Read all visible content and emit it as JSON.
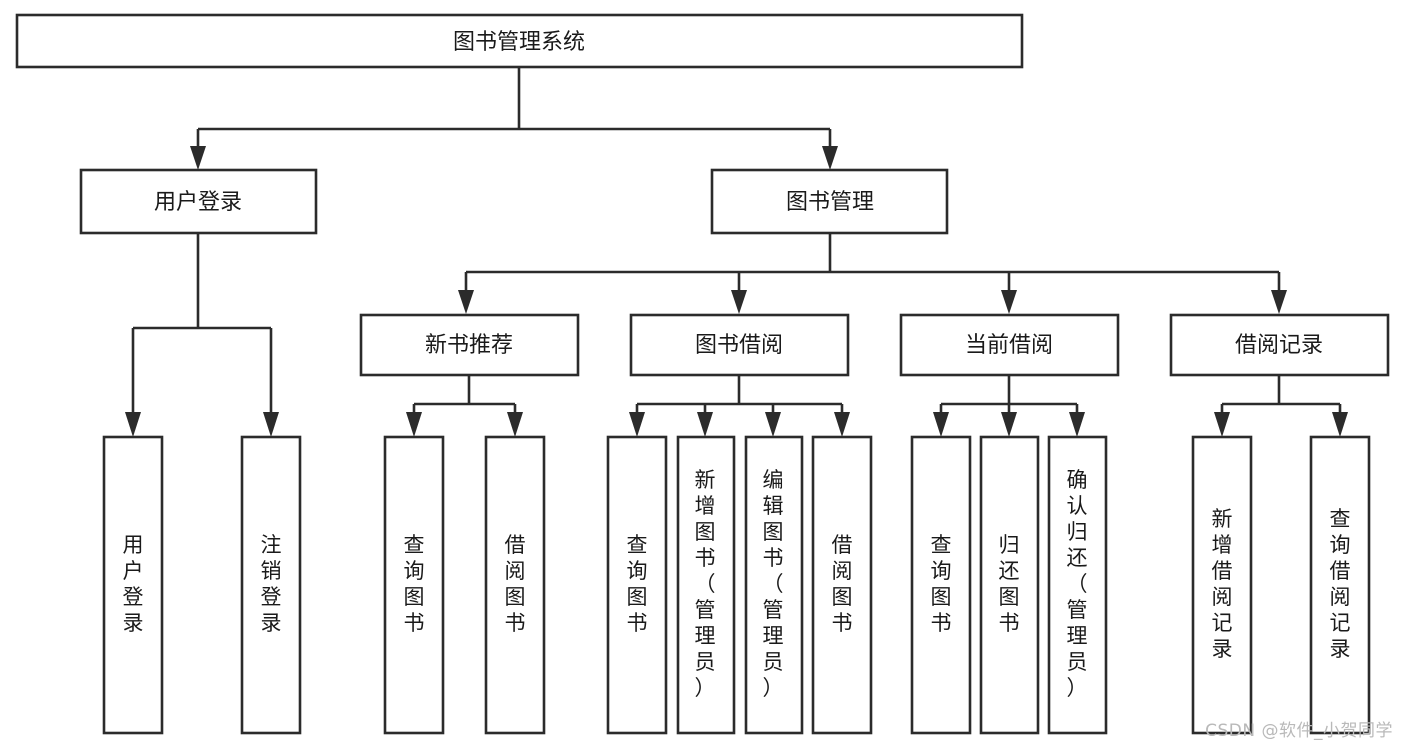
{
  "diagram": {
    "type": "tree",
    "title": "图书管理系统",
    "watermark": "CSDN @软件_小贺同学",
    "colors": {
      "box_stroke": "#2b2b2b",
      "box_fill": "#ffffff",
      "text": "#1a1a1a",
      "connector": "#2b2b2b",
      "watermark": "#b9b9b9",
      "background": "#ffffff"
    },
    "root": {
      "label": "图书管理系统"
    },
    "level1": [
      {
        "label": "用户登录"
      },
      {
        "label": "图书管理"
      }
    ],
    "level2": [
      {
        "label": "新书推荐"
      },
      {
        "label": "图书借阅"
      },
      {
        "label": "当前借阅"
      },
      {
        "label": "借阅记录"
      }
    ],
    "leaves": {
      "user_login": [
        {
          "label": "用户登录"
        },
        {
          "label": "注销登录"
        }
      ],
      "new_book_recommend": [
        {
          "label": "查询图书"
        },
        {
          "label": "借阅图书"
        }
      ],
      "book_borrow": [
        {
          "label": "查询图书"
        },
        {
          "label": "新增图书（管理员）"
        },
        {
          "label": "编辑图书（管理员）"
        },
        {
          "label": "借阅图书"
        }
      ],
      "current_borrow": [
        {
          "label": "查询图书"
        },
        {
          "label": "归还图书"
        },
        {
          "label": "确认归还（管理员）"
        }
      ],
      "borrow_record": [
        {
          "label": "新增借阅记录"
        },
        {
          "label": "查询借阅记录"
        }
      ]
    }
  }
}
